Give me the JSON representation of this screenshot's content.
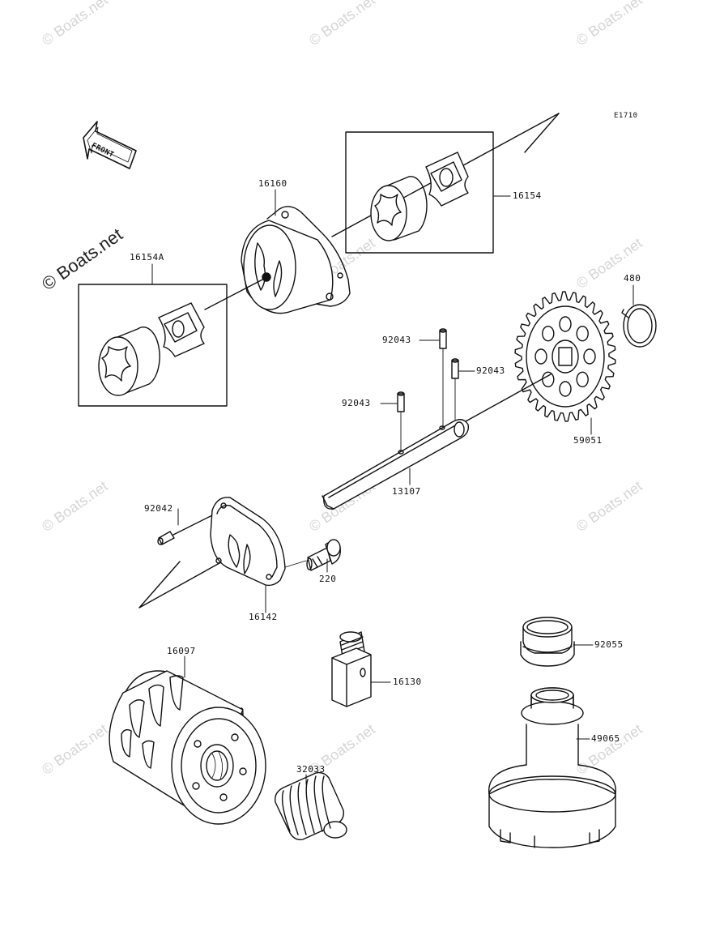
{
  "diagram_code": "E1710",
  "front_label": "FRONT",
  "watermark": "© Boats.net",
  "parts": {
    "p16160": "16160",
    "p16154": "16154",
    "p16154A": "16154A",
    "p480": "480",
    "p92043a": "92043",
    "p92043b": "92043",
    "p92043c": "92043",
    "p59051": "59051",
    "p13107": "13107",
    "p92042": "92042",
    "p220": "220",
    "p16142": "16142",
    "p16097": "16097",
    "p16130": "16130",
    "p92055": "92055",
    "p49065": "49065",
    "p32033": "32033"
  }
}
